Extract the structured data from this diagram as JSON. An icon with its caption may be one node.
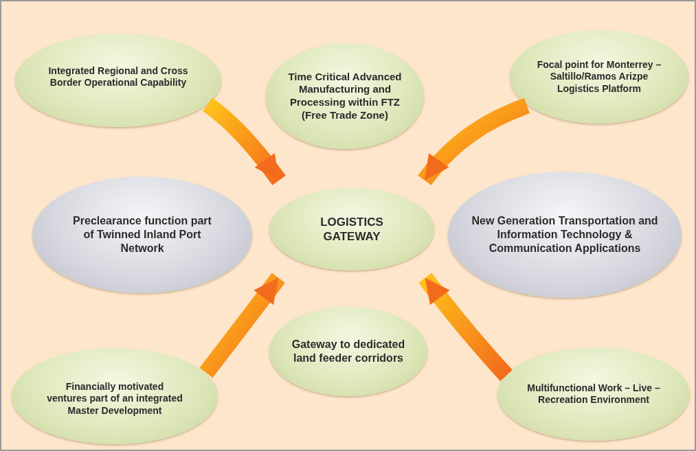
{
  "diagram": {
    "nodes": [
      {
        "text": [
          "Integrated Regional and Cross Border Operational Capability"
        ]
      },
      {
        "text": [
          "Time Critical Advanced Manufacturing and Processing within FTZ (Free Trade Zone)"
        ]
      },
      {
        "text": [
          "Focal point for Monterrey – Saltillo/Ramos Arizpe Logistics Platform"
        ]
      },
      {
        "text": [
          "Preclearance function part of Twinned Inland Port Network"
        ]
      },
      {
        "text": [
          "LOGISTICS GATEWAY"
        ]
      },
      {
        "text": [
          "New Generation Transportation and Information Technology & Communication Applications"
        ]
      },
      {
        "text": [
          "Gateway to dedicated land feeder corridors"
        ]
      },
      {
        "text": [
          "Financially motivated ventures part of an integrated Master Development"
        ]
      },
      {
        "text": [
          "Multifunctional Work – Live – Recreation Environment"
        ]
      }
    ],
    "edges": [
      {
        "from": 0,
        "to": 4,
        "arrow": "to",
        "style": "thick"
      },
      {
        "from": 2,
        "to": 4,
        "arrow": "to",
        "style": "thick"
      },
      {
        "from": 7,
        "to": 4,
        "arrow": "to",
        "style": "thick"
      },
      {
        "from": 8,
        "to": 4,
        "arrow": "to",
        "style": "thick"
      }
    ]
  }
}
